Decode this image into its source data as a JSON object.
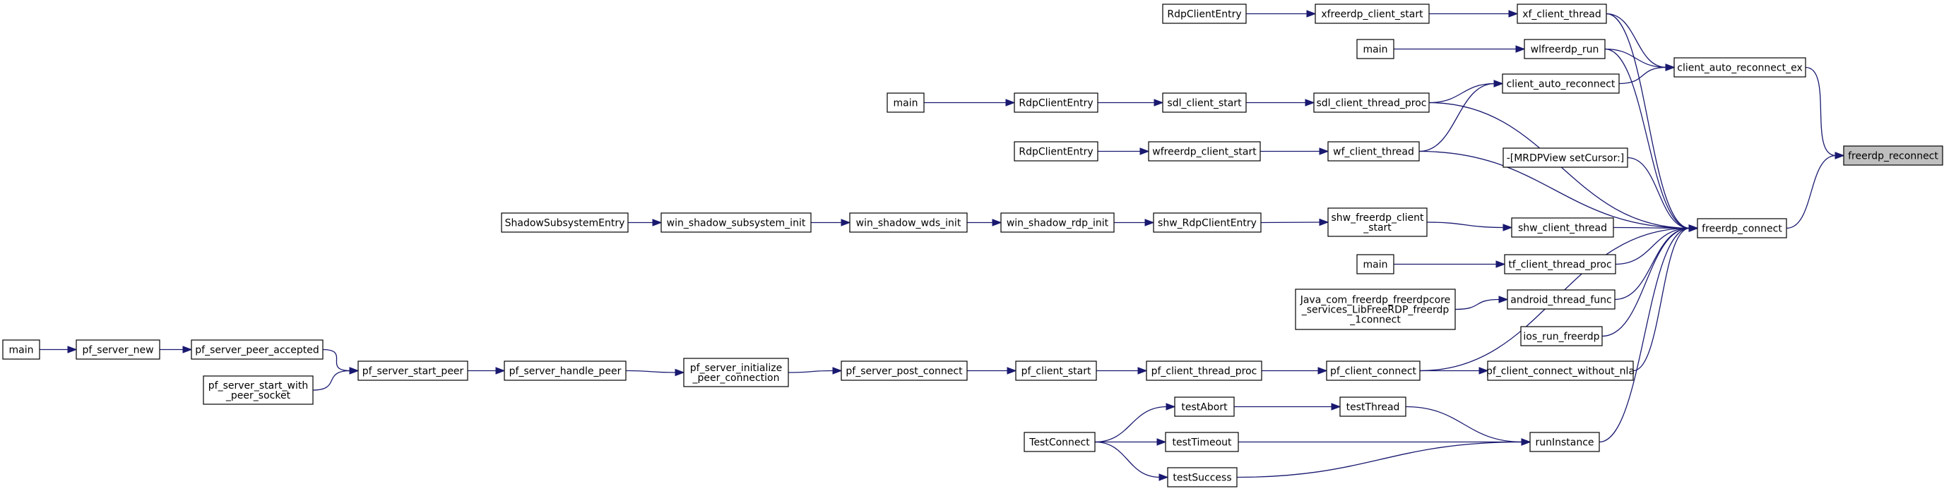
{
  "graph": {
    "nodes": [
      {
        "id": "freerdp_reconnect",
        "lines": [
          "freerdp_reconnect"
        ]
      },
      {
        "id": "client_auto_reconnect_ex",
        "lines": [
          "client_auto_reconnect_ex"
        ]
      },
      {
        "id": "freerdp_connect",
        "lines": [
          "freerdp_connect"
        ]
      },
      {
        "id": "xf_client_thread",
        "lines": [
          "xf_client_thread"
        ]
      },
      {
        "id": "wlfreerdp_run",
        "lines": [
          "wlfreerdp_run"
        ]
      },
      {
        "id": "client_auto_reconnect",
        "lines": [
          "client_auto_reconnect"
        ]
      },
      {
        "id": "xfreerdp_client_start",
        "lines": [
          "xfreerdp_client_start"
        ]
      },
      {
        "id": "RdpClientEntry_1",
        "lines": [
          "RdpClientEntry"
        ]
      },
      {
        "id": "main_1",
        "lines": [
          "main"
        ]
      },
      {
        "id": "sdl_client_thread_proc",
        "lines": [
          "sdl_client_thread_proc"
        ]
      },
      {
        "id": "wf_client_thread",
        "lines": [
          "wf_client_thread"
        ]
      },
      {
        "id": "sdl_client_start",
        "lines": [
          "sdl_client_start"
        ]
      },
      {
        "id": "RdpClientEntry_2",
        "lines": [
          "RdpClientEntry"
        ]
      },
      {
        "id": "main_2",
        "lines": [
          "main"
        ]
      },
      {
        "id": "wfreerdp_client_start",
        "lines": [
          "wfreerdp_client_start"
        ]
      },
      {
        "id": "RdpClientEntry_3",
        "lines": [
          "RdpClientEntry"
        ]
      },
      {
        "id": "mrdpview",
        "lines": [
          "-[MRDPView setCursor:]"
        ]
      },
      {
        "id": "shw_client_thread",
        "lines": [
          "shw_client_thread"
        ]
      },
      {
        "id": "shw_freerdp_client_start",
        "lines": [
          "shw_freerdp_client",
          "_start"
        ]
      },
      {
        "id": "shw_RdpClientEntry",
        "lines": [
          "shw_RdpClientEntry"
        ]
      },
      {
        "id": "win_shadow_rdp_init",
        "lines": [
          "win_shadow_rdp_init"
        ]
      },
      {
        "id": "win_shadow_wds_init",
        "lines": [
          "win_shadow_wds_init"
        ]
      },
      {
        "id": "win_shadow_subsystem_init",
        "lines": [
          "win_shadow_subsystem_init"
        ]
      },
      {
        "id": "ShadowSubsystemEntry",
        "lines": [
          "ShadowSubsystemEntry"
        ]
      },
      {
        "id": "tf_client_thread_proc",
        "lines": [
          "tf_client_thread_proc"
        ]
      },
      {
        "id": "main_3",
        "lines": [
          "main"
        ]
      },
      {
        "id": "android_thread_func",
        "lines": [
          "android_thread_func"
        ]
      },
      {
        "id": "java_com",
        "lines": [
          "Java_com_freerdp_freerdpcore",
          "_services_LibFreeRDP_freerdp",
          "_1connect"
        ]
      },
      {
        "id": "ios_run_freerdp",
        "lines": [
          "ios_run_freerdp"
        ]
      },
      {
        "id": "pf_client_connect_without_nla",
        "lines": [
          "pf_client_connect_without_nla"
        ]
      },
      {
        "id": "pf_client_connect",
        "lines": [
          "pf_client_connect"
        ]
      },
      {
        "id": "pf_client_thread_proc",
        "lines": [
          "pf_client_thread_proc"
        ]
      },
      {
        "id": "pf_client_start",
        "lines": [
          "pf_client_start"
        ]
      },
      {
        "id": "pf_server_post_connect",
        "lines": [
          "pf_server_post_connect"
        ]
      },
      {
        "id": "pf_server_initialize_peer_connection",
        "lines": [
          "pf_server_initialize",
          "_peer_connection"
        ]
      },
      {
        "id": "pf_server_handle_peer",
        "lines": [
          "pf_server_handle_peer"
        ]
      },
      {
        "id": "pf_server_start_peer",
        "lines": [
          "pf_server_start_peer"
        ]
      },
      {
        "id": "pf_server_peer_accepted",
        "lines": [
          "pf_server_peer_accepted"
        ]
      },
      {
        "id": "pf_server_start_with_peer_socket",
        "lines": [
          "pf_server_start_with",
          "_peer_socket"
        ]
      },
      {
        "id": "pf_server_new",
        "lines": [
          "pf_server_new"
        ]
      },
      {
        "id": "main_4",
        "lines": [
          "main"
        ]
      },
      {
        "id": "runInstance",
        "lines": [
          "runInstance"
        ]
      },
      {
        "id": "testThread",
        "lines": [
          "testThread"
        ]
      },
      {
        "id": "testAbort",
        "lines": [
          "testAbort"
        ]
      },
      {
        "id": "testTimeout",
        "lines": [
          "testTimeout"
        ]
      },
      {
        "id": "testSuccess",
        "lines": [
          "testSuccess"
        ]
      },
      {
        "id": "TestConnect",
        "lines": [
          "TestConnect"
        ]
      }
    ],
    "edges": [
      [
        "client_auto_reconnect_ex",
        "freerdp_reconnect"
      ],
      [
        "freerdp_connect",
        "freerdp_reconnect"
      ],
      [
        "xf_client_thread",
        "client_auto_reconnect_ex"
      ],
      [
        "wlfreerdp_run",
        "client_auto_reconnect_ex"
      ],
      [
        "client_auto_reconnect",
        "client_auto_reconnect_ex"
      ],
      [
        "xfreerdp_client_start",
        "xf_client_thread"
      ],
      [
        "RdpClientEntry_1",
        "xfreerdp_client_start"
      ],
      [
        "main_1",
        "wlfreerdp_run"
      ],
      [
        "sdl_client_thread_proc",
        "client_auto_reconnect"
      ],
      [
        "wf_client_thread",
        "client_auto_reconnect"
      ],
      [
        "sdl_client_start",
        "sdl_client_thread_proc"
      ],
      [
        "RdpClientEntry_2",
        "sdl_client_start"
      ],
      [
        "main_2",
        "RdpClientEntry_2"
      ],
      [
        "wfreerdp_client_start",
        "wf_client_thread"
      ],
      [
        "RdpClientEntry_3",
        "wfreerdp_client_start"
      ],
      [
        "xf_client_thread",
        "freerdp_connect"
      ],
      [
        "wlfreerdp_run",
        "freerdp_connect"
      ],
      [
        "sdl_client_thread_proc",
        "freerdp_connect"
      ],
      [
        "wf_client_thread",
        "freerdp_connect"
      ],
      [
        "mrdpview",
        "freerdp_connect"
      ],
      [
        "shw_client_thread",
        "freerdp_connect"
      ],
      [
        "tf_client_thread_proc",
        "freerdp_connect"
      ],
      [
        "android_thread_func",
        "freerdp_connect"
      ],
      [
        "ios_run_freerdp",
        "freerdp_connect"
      ],
      [
        "pf_client_connect_without_nla",
        "freerdp_connect"
      ],
      [
        "pf_client_connect",
        "freerdp_connect"
      ],
      [
        "runInstance",
        "freerdp_connect"
      ],
      [
        "shw_freerdp_client_start",
        "shw_client_thread"
      ],
      [
        "shw_RdpClientEntry",
        "shw_freerdp_client_start"
      ],
      [
        "win_shadow_rdp_init",
        "shw_RdpClientEntry"
      ],
      [
        "win_shadow_wds_init",
        "win_shadow_rdp_init"
      ],
      [
        "win_shadow_subsystem_init",
        "win_shadow_wds_init"
      ],
      [
        "ShadowSubsystemEntry",
        "win_shadow_subsystem_init"
      ],
      [
        "main_3",
        "tf_client_thread_proc"
      ],
      [
        "java_com",
        "android_thread_func"
      ],
      [
        "pf_client_connect",
        "pf_client_connect_without_nla"
      ],
      [
        "pf_client_thread_proc",
        "pf_client_connect"
      ],
      [
        "pf_client_start",
        "pf_client_thread_proc"
      ],
      [
        "pf_server_post_connect",
        "pf_client_start"
      ],
      [
        "pf_server_initialize_peer_connection",
        "pf_server_post_connect"
      ],
      [
        "pf_server_handle_peer",
        "pf_server_initialize_peer_connection"
      ],
      [
        "pf_server_start_peer",
        "pf_server_handle_peer"
      ],
      [
        "pf_server_peer_accepted",
        "pf_server_start_peer"
      ],
      [
        "pf_server_start_with_peer_socket",
        "pf_server_start_peer"
      ],
      [
        "pf_server_new",
        "pf_server_peer_accepted"
      ],
      [
        "main_4",
        "pf_server_new"
      ],
      [
        "testThread",
        "runInstance"
      ],
      [
        "testTimeout",
        "runInstance"
      ],
      [
        "testSuccess",
        "runInstance"
      ],
      [
        "testAbort",
        "testThread"
      ],
      [
        "TestConnect",
        "testAbort"
      ],
      [
        "TestConnect",
        "testTimeout"
      ],
      [
        "TestConnect",
        "testSuccess"
      ]
    ]
  }
}
